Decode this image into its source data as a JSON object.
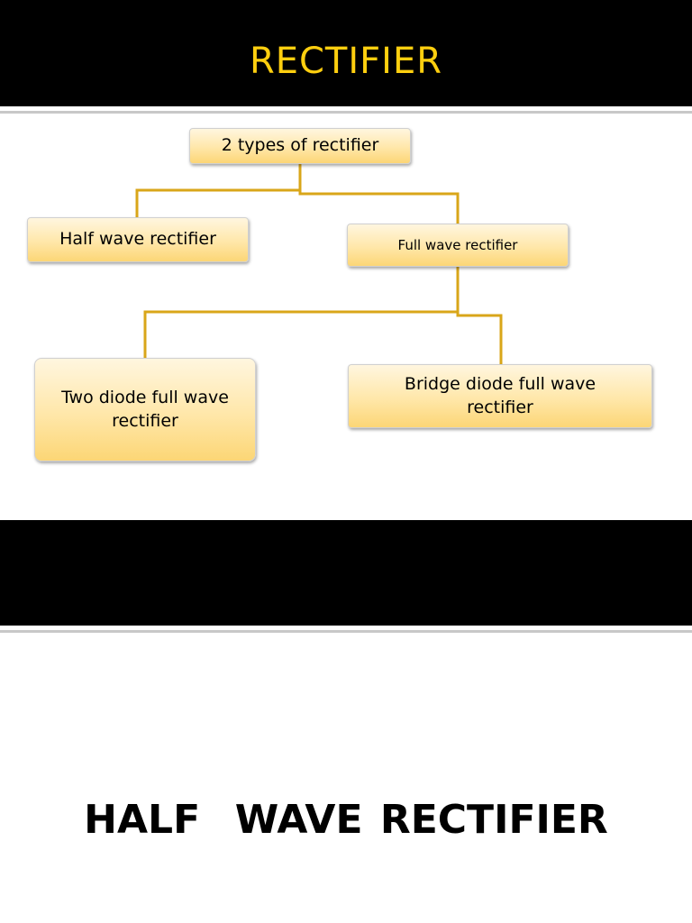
{
  "header": {
    "title": "RECTIFIER"
  },
  "diagram": {
    "root": "2 types of rectifier",
    "half_wave": "Half wave rectifier",
    "full_wave": "Full wave rectifier",
    "two_diode": "Two diode full wave rectifier",
    "bridge_diode": "Bridge diode full wave rectifier"
  },
  "next_slide": {
    "heading": "HALF  WAVE RECTIFIER"
  },
  "colors": {
    "title": "#ffcf0f",
    "connector": "#d9a619",
    "band": "#000000"
  }
}
